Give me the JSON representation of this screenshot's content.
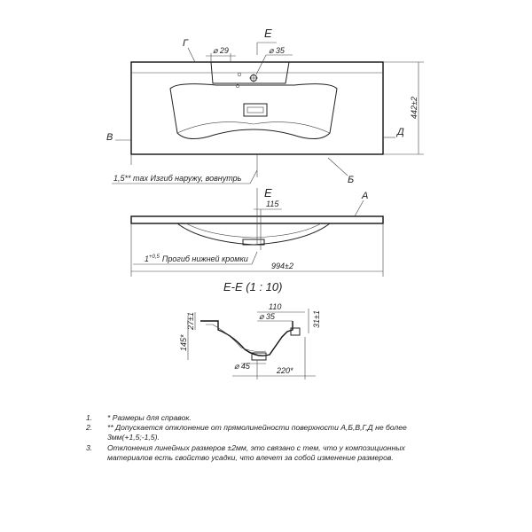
{
  "top_view": {
    "label_g": "Г",
    "label_e": "Е",
    "label_b_left": "В",
    "label_d_right": "Д",
    "label_b": "Б",
    "dim_hole_29": "29",
    "dim_hole_35": "35",
    "dim_height": "442±2",
    "note_bend": "1,5** max Изгиб наружу, вовнутрь"
  },
  "front_view": {
    "label_e": "Е",
    "label_a": "А",
    "dim_115": "115",
    "dim_width": "994±2",
    "note_deflection_value": "1",
    "note_deflection_sup": "+0,5",
    "note_deflection_text": "Прогиб нижней кромки"
  },
  "section": {
    "title": "Е-Е (1 : 10)",
    "dim_110": "110",
    "dim_35": "35",
    "dim_27": "27±1",
    "dim_31": "31±1",
    "dim_145": "145*",
    "dim_45": "45",
    "dim_220": "220*"
  },
  "notes": [
    {
      "num": "1.",
      "lines": [
        "* Размеры для справок."
      ]
    },
    {
      "num": "2.",
      "lines": [
        "** Допускается отклонение от прямолинейности поверхности А,Б,В,Г,Д не более",
        "3мм(+1,5;-1,5)."
      ]
    },
    {
      "num": "3.",
      "lines": [
        "Отклонения линейных размеров ±2мм, это связано с тем, что у композиционных",
        "материалов есть свойство усадки, что влечет за собой изменение размеров."
      ]
    }
  ]
}
